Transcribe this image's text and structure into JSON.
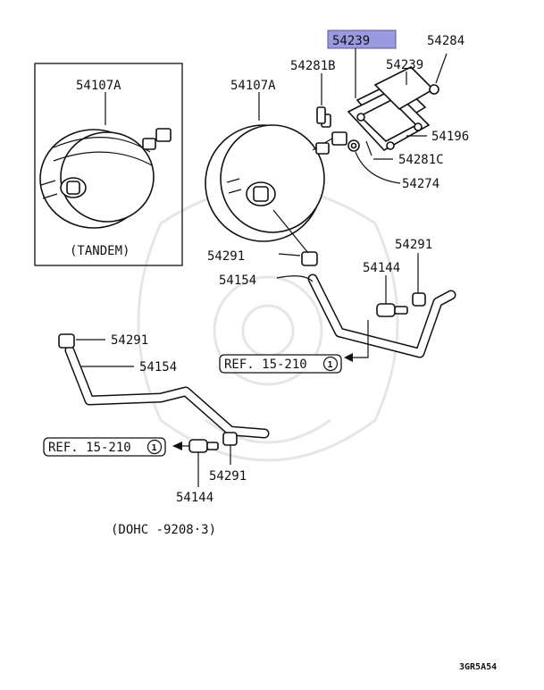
{
  "labels": {
    "booster_tandem": "54107A",
    "tandem_note": "(TANDEM)",
    "booster_main": "54107A",
    "highlight_part": "54239",
    "gasket_top": "54239",
    "bolt": "54284",
    "pin_b": "54281B",
    "pin_c": "54281C",
    "spacer": "54196",
    "washer": "54274",
    "clamp_upper_left": "54291",
    "clamp_upper_right": "54291",
    "hose_upper": "54154",
    "valve_upper": "54144",
    "ref_upper": "REF. 15-210",
    "ref_upper_num": "1",
    "clamp_lower_top": "54291",
    "hose_lower": "54154",
    "ref_lower": "REF. 15-210",
    "ref_lower_num": "1",
    "clamp_lower_bottom": "54291",
    "valve_lower": "54144",
    "dohc_note": "(DOHC -9208·3)",
    "diagram_code": "3GR5A54"
  },
  "colors": {
    "highlight_fill": "#9a9ae0",
    "highlight_stroke": "#55559a",
    "line": "#111111",
    "watermark": "#e6e6e6"
  }
}
